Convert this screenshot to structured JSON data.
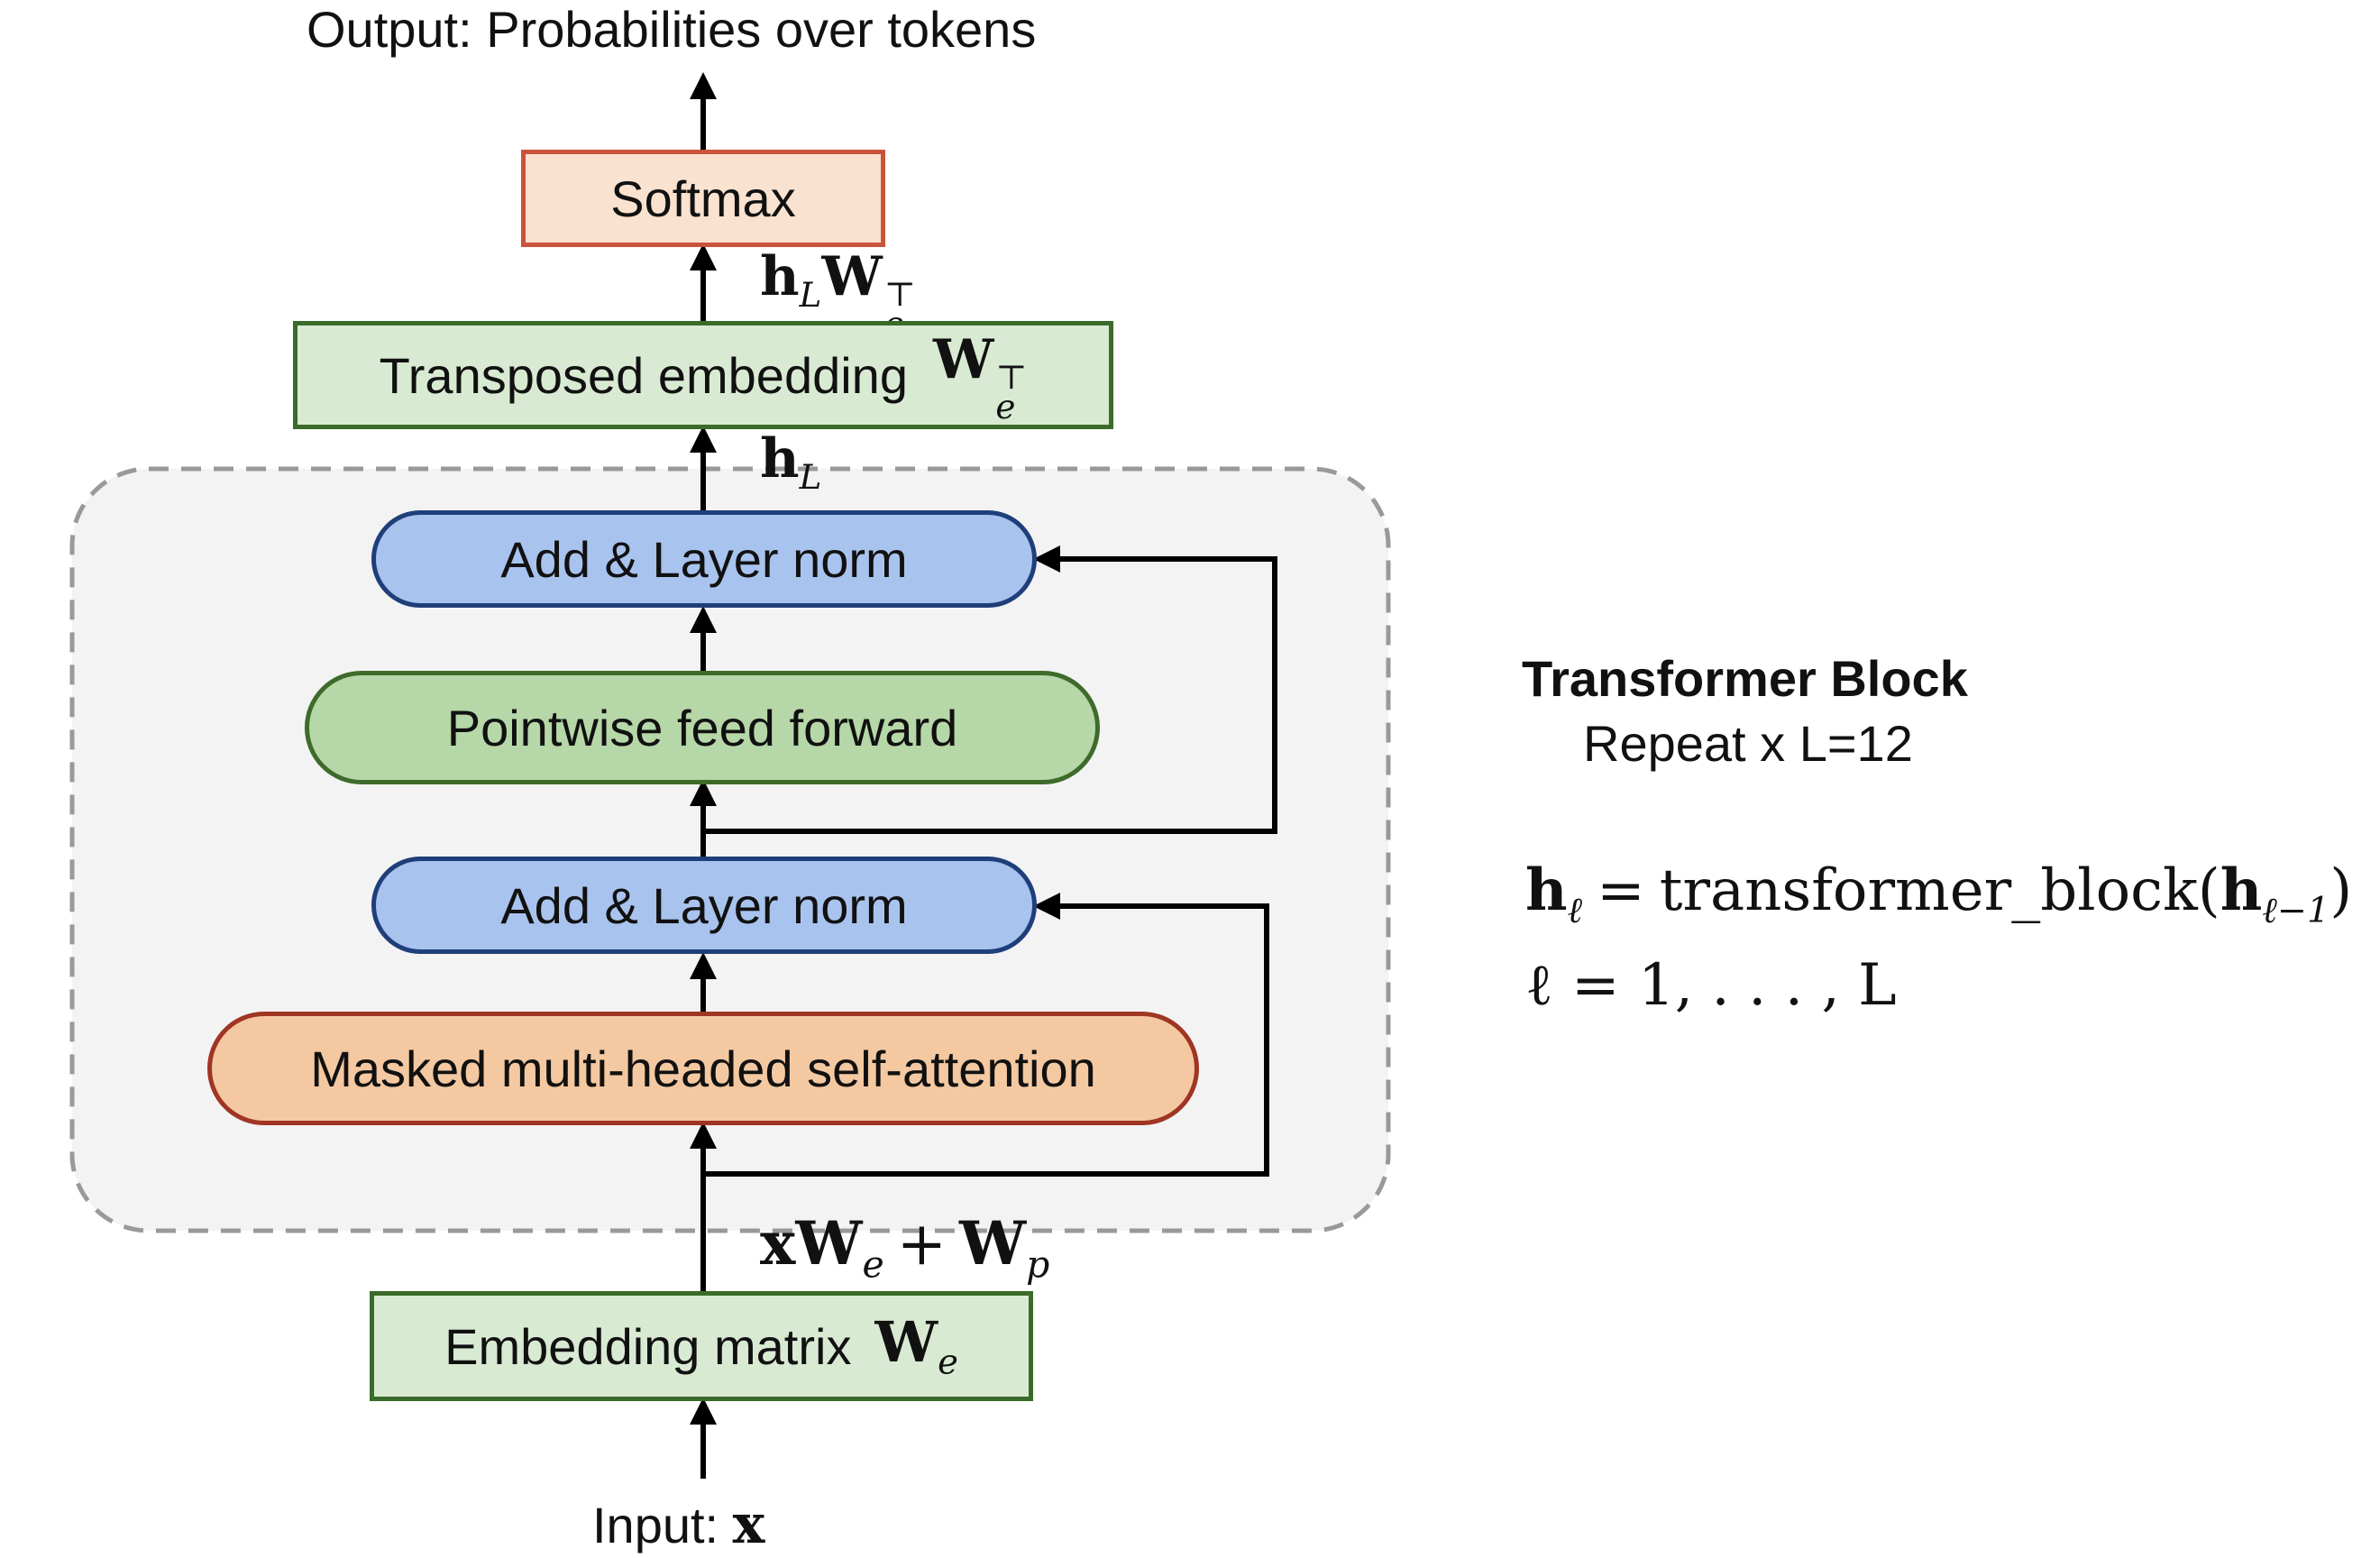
{
  "output_label": "Output: Probabilities over tokens",
  "softmax": {
    "label": "Softmax"
  },
  "hLWeT": {
    "h": "h",
    "L": "L",
    "W": "W",
    "e": "e",
    "T": "⊤"
  },
  "transposed": {
    "label": "Transposed embedding",
    "W": "W",
    "e": "e",
    "T": "⊤"
  },
  "hL": {
    "h": "h",
    "L": "L"
  },
  "add_norm_top": {
    "label": "Add & Layer norm"
  },
  "ffn": {
    "label": "Pointwise feed forward"
  },
  "add_norm_bottom": {
    "label": "Add & Layer norm"
  },
  "attention": {
    "label": "Masked multi-headed self-attention"
  },
  "input_expr": {
    "x": "x",
    "W1": "W",
    "e": "e",
    "plus": "+",
    "W2": "W",
    "p": "p"
  },
  "embedding": {
    "label": "Embedding matrix",
    "W": "W",
    "e": "e"
  },
  "input_label": {
    "prefix": "Input:",
    "x": "x"
  },
  "block_title": "Transformer Block",
  "block_repeat": "Repeat x L=12",
  "formula1": {
    "h": "h",
    "l": "ℓ",
    "eq": "=",
    "fn": "transformer_block(",
    "h2": "h",
    "lm1": "ℓ−1",
    "close": ")"
  },
  "formula2": "ℓ = 1, . . . , L",
  "colors": {
    "softmax_fill": "#f9e2cf",
    "softmax_border": "#c9543b",
    "embed_fill": "#d9ead3",
    "embed_border": "#3a6b2a",
    "norm_fill": "#a9c3ef",
    "norm_border": "#1f3f7a",
    "ffn_fill": "#b6d7a8",
    "ffn_border": "#3e6b2a",
    "attn_fill": "#f4c9a1",
    "attn_border": "#a03524",
    "block_fill": "#f3f3f3",
    "block_border": "#999999"
  }
}
